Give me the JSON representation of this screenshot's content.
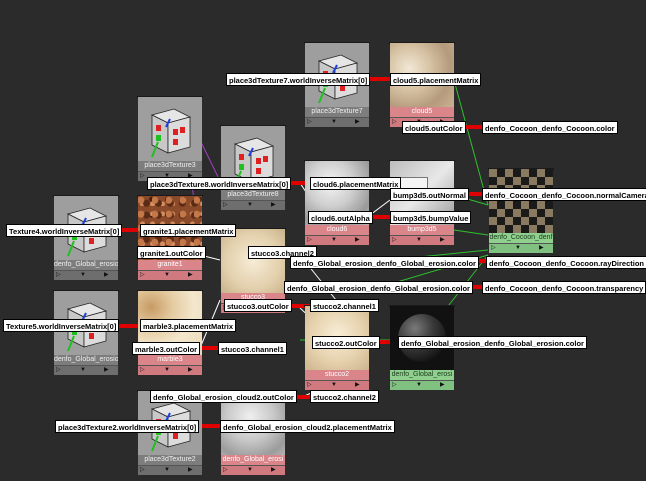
{
  "nodes": {
    "place3dTexture7": "place3dTexture7",
    "cloud5": "cloud5",
    "place3dTexture3": "place3dTexture3",
    "place3dTexture8": "place3dTexture8",
    "cloud6": "cloud6",
    "bump3d5": "bump3d5",
    "denfo_Cocoon": "denfo_Cocoon_denf",
    "place3dTexture4": "denfo_Global_erosio",
    "granite1": "granite1",
    "stucco3": "stucco3",
    "place3dTexture5": "denfo_Global_erosio",
    "marble3": "marble3",
    "stucco2": "stucco2",
    "denfo_Global_erosion": "denfo_Global_erosi",
    "place3dTexture2": "place3dTexture2",
    "denfo_Global_erosion_cloud2": "denfo_Global_erosi"
  },
  "connections": {
    "c1a": "place3dTexture7.worldInverseMatrix[0]",
    "c1b": "cloud5.placementMatrix",
    "c2a": "cloud5.outColor",
    "c2b": "denfo_Cocoon_denfo_Cocoon.color",
    "c3a": "place3dTexture8.worldInverseMatrix[0]",
    "c3b": "cloud6.placementMatrix",
    "c4a": "bump3d5.outNormal",
    "c4b": "denfo_Cocoon_denfo_Cocoon.normalCamera",
    "c5a": "cloud6.outAlpha",
    "c5b": "bump3d5.bumpValue",
    "c6a": "Texture4.worldInverseMatrix[0]",
    "c6b": "granite1.placementMatrix",
    "c7a": "granite1.outColor",
    "c7b": "stucco3.channel2",
    "c8a": "denfo_Global_erosion_denfo_Global_erosion.color",
    "c8b": "denfo_Cocoon_denfo_Cocoon.rayDirection",
    "c9a": "denfo_Global_erosion_denfo_Global_erosion.color",
    "c9b": "denfo_Cocoon_denfo_Cocoon.transparency",
    "c10a": "stucco3.outColor",
    "c10b": "stucco2.channel1",
    "c11a": "Texture5.worldInverseMatrix[0]",
    "c11b": "marble3.placementMatrix",
    "c12a": "stucco2.outColor",
    "c12b": "denfo_Global_erosion_denfo_Global_erosion.color",
    "c13a": "marble3.outColor",
    "c13b": "stucco3.channel1",
    "c14a": "denfo_Global_erosion_cloud2.outColor",
    "c14b": "stucco2.channel2",
    "c15a": "place3dTexture2.worldInverseMatrix[0]",
    "c15b": "denfo_Global_erosion_cloud2.placementMatrix"
  },
  "icons": {
    "node_expand": "triangle-right-icon",
    "node_collapse": "triangle-down-icon"
  },
  "colors": {
    "background": "#2b2b2b",
    "connection_red": "#e00000",
    "connection_green": "#22c022",
    "shading_node_label": "#d9858a",
    "material_node_label": "#8fd08f"
  }
}
